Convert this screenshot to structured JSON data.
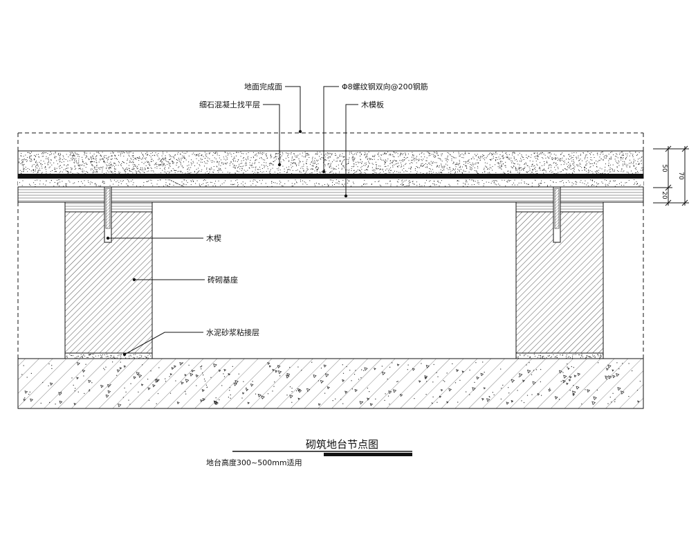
{
  "labels": {
    "finish_layer": "地面完成面",
    "rebar_mesh": "Φ8螺纹钢双向@200钢筋",
    "screed_layer": "细石混凝土找平层",
    "wood_board": "木模板",
    "wood_wedge": "木楔",
    "brick_base": "砖砌基座",
    "mortar_bond": "水泥砂浆粘接层"
  },
  "title": "砌筑地台节点图",
  "subtitle": "地台高度300~500mm适用",
  "dimensions": {
    "top": "50",
    "bottom": "20",
    "total": "70"
  },
  "colors": {
    "line": "#111111",
    "background": "#ffffff"
  }
}
